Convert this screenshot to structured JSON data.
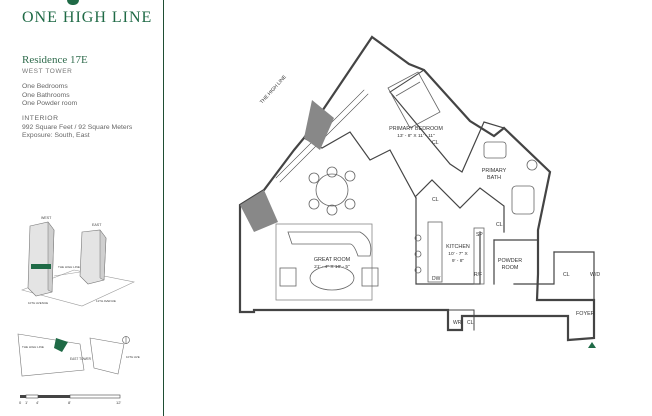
{
  "brand": {
    "name": "ONE HIGH LINE",
    "accent": "#1f6a46"
  },
  "residence": {
    "title": "Residence 17E",
    "tower": "WEST TOWER",
    "bedrooms": "One Bedrooms",
    "bathrooms": "One Bathrooms",
    "powder": "One Powder room",
    "interior_label": "INTERIOR",
    "area": "992 Square Feet / 92 Square Meters",
    "exposure": "Exposure: South, East"
  },
  "key_plan": {
    "west": "WEST",
    "east": "EAST",
    "left_street": "10TH AVENUE",
    "right_street": "11TH AVENUE",
    "note": "THE HIGH LINE"
  },
  "site_plan": {
    "street_a": "THE HIGH LINE",
    "tower_label": "EAST TOWER",
    "street_b": "10TH AVE"
  },
  "scale": {
    "t0": "0",
    "t1": "1'",
    "t2": "4'",
    "t3": "8'",
    "t4": "12'"
  },
  "plan": {
    "high_line": "THE HIGH LINE",
    "primary_bedroom": "PRIMARY BEDROOM",
    "primary_bedroom_dim": "13' - 8\" X 11' - 11\"",
    "primary_bath_1": "PRIMARY",
    "primary_bath_2": "BATH",
    "cl": "CL",
    "great_room": "GREAT ROOM",
    "great_room_dim": "21' - 4\" X 10' - 5\"",
    "kitchen": "KITCHEN",
    "kitchen_dim_1": "10' - 7\" X",
    "kitchen_dim_2": "9' - 8\"",
    "sp": "SP",
    "dw": "DW",
    "rf": "R/F",
    "powder_1": "POWDER",
    "powder_2": "ROOM",
    "wd": "W/D",
    "foyer": "FOYER",
    "wr": "WR"
  }
}
